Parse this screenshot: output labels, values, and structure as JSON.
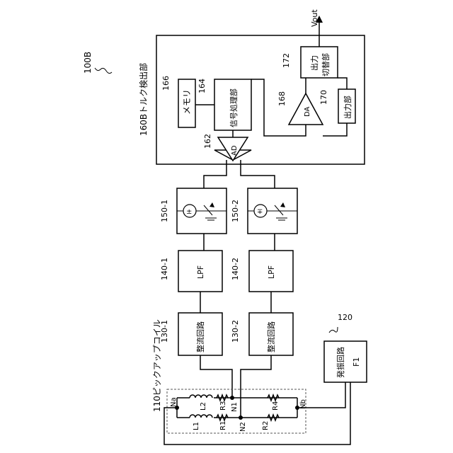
{
  "figure_ref": "100B",
  "vout": "Vout",
  "torque_detector": {
    "ref": "160B",
    "label": "160Bトルク検出部"
  },
  "memory": {
    "ref": "166",
    "label": "メモリ"
  },
  "signal_proc": {
    "ref": "164",
    "label": "信号処理部"
  },
  "ad": {
    "ref": "162",
    "label": "AD"
  },
  "da": {
    "ref": "168",
    "label": "DA"
  },
  "output_unit": {
    "ref": "170",
    "label": "出力部"
  },
  "output_switch": {
    "ref": "172",
    "line1": "出力",
    "line2": "切替部"
  },
  "amps": [
    {
      "ref": "150-1"
    },
    {
      "ref": "150-2"
    }
  ],
  "lpfs": [
    {
      "ref": "140-1",
      "label": "LPF"
    },
    {
      "ref": "140-2",
      "label": "LPF"
    }
  ],
  "rectifiers": [
    {
      "ref": "130-1",
      "label": "整流回路"
    },
    {
      "ref": "130-2",
      "label": "整流回路"
    }
  ],
  "oscillator": {
    "ref": "120",
    "label": "発振回路",
    "sub": "F1"
  },
  "pickup_coil": {
    "ref": "110",
    "label": "110ピックアップコイル"
  },
  "coil_parts": {
    "na": "Na",
    "nb": "Nb",
    "n1": "N1",
    "n2": "N2",
    "l1": "L1",
    "l2": "L2",
    "r1": "R1",
    "r2": "R2",
    "r3": "R3",
    "r4": "R4"
  },
  "amp_symbols": {
    "plus_minus": "±",
    "minus_plus": "∓"
  }
}
